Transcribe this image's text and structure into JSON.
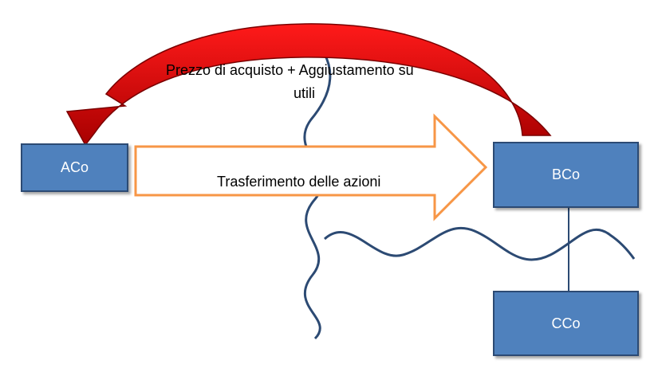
{
  "entities": {
    "aco": "ACo",
    "bco": "BCo",
    "cco": "CCo"
  },
  "labels": {
    "payment_line1": "Prezzo di acquisto + Aggiustamento su",
    "payment_line2": "utili",
    "transfer": "Trasferimento delle azioni"
  },
  "colors": {
    "box_fill": "#4f81bd",
    "box_border": "#2c4a73",
    "payment_arrow": "#e00000",
    "transfer_arrow_outline": "#f79646",
    "wave_line": "#2c4a73"
  }
}
